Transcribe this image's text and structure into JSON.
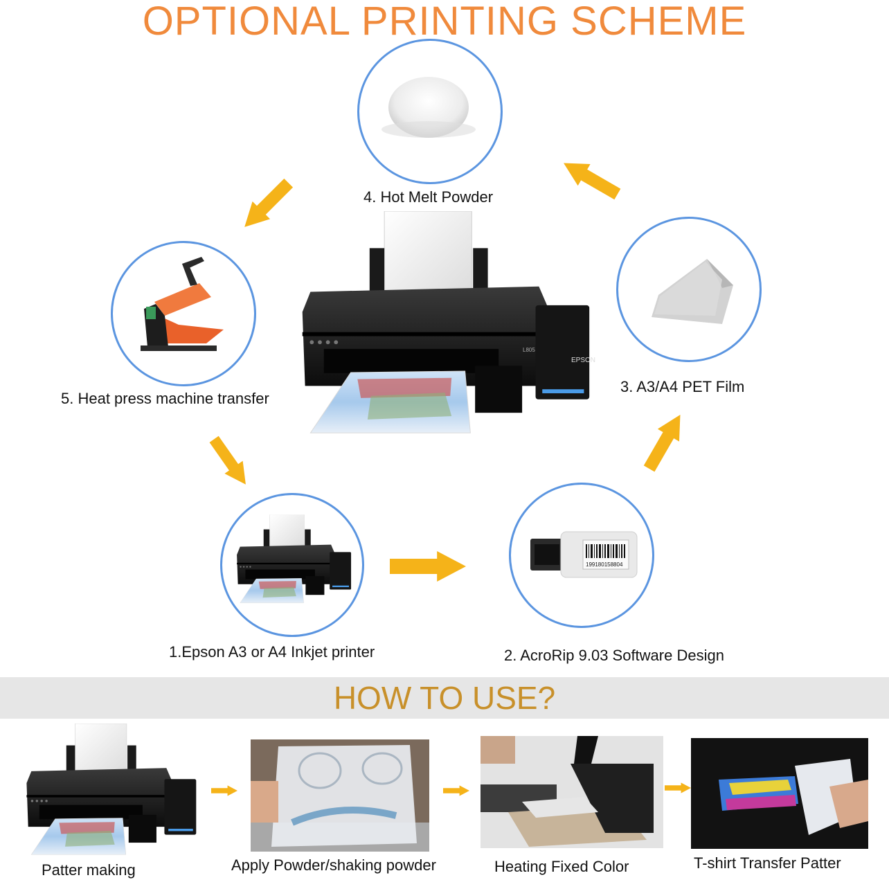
{
  "title": "OPTIONAL PRINTING SCHEME",
  "steps": {
    "s1": "1.Epson A3 or A4 Inkjet printer",
    "s2": "2. AcroRip 9.03 Software Design",
    "s3": "3. A3/A4 PET Film",
    "s4": "4. Hot Melt Powder",
    "s5": "5. Heat press machine transfer"
  },
  "printer_brand": "EPSON",
  "printer_model": "L805",
  "dongle_code": "199180158804",
  "howto_title": "HOW  TO USE?",
  "bottom": {
    "b1": "Patter making",
    "b2": "Apply Powder/shaking powder",
    "b3": "Heating Fixed Color",
    "b4": "T-shirt Transfer Patter"
  },
  "colors": {
    "title": "#f08a3c",
    "circle": "#5b95e0",
    "arrow": "#f5b319",
    "howto": "#c8902a"
  }
}
